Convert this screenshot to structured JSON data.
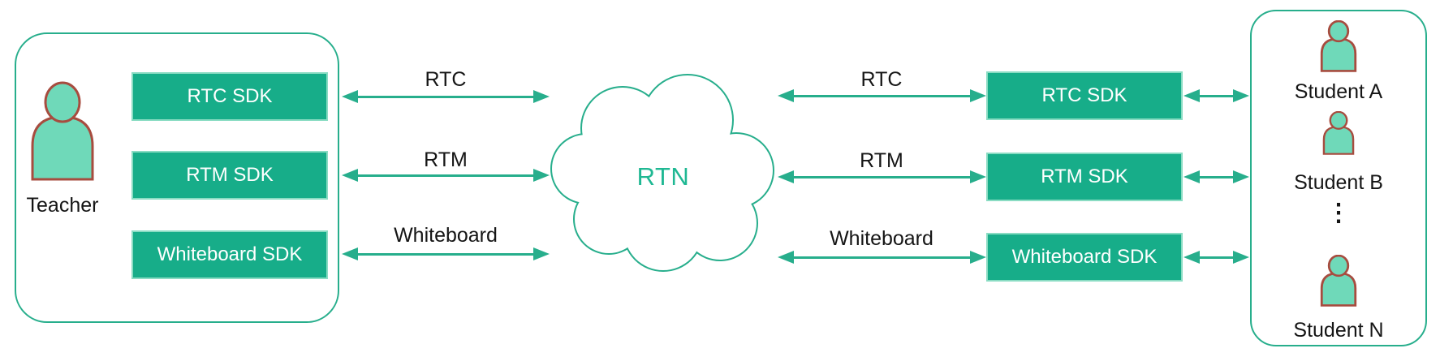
{
  "colors": {
    "stroke_teal": "#27ae8c",
    "box_fill": "#17ad89",
    "box_border": "#8adcc3",
    "box_text": "#ffffff",
    "rtn_text": "#1fb893",
    "person_fill": "#6fd9b9",
    "person_stroke": "#a74c3f",
    "label_text": "#151515"
  },
  "teacher": {
    "label": "Teacher",
    "sdks": [
      {
        "label": "RTC SDK"
      },
      {
        "label": "RTM SDK"
      },
      {
        "label": "Whiteboard SDK"
      }
    ],
    "links": [
      {
        "label": "RTC"
      },
      {
        "label": "RTM"
      },
      {
        "label": "Whiteboard"
      }
    ]
  },
  "cloud": {
    "label": "RTN"
  },
  "student_side": {
    "links": [
      {
        "label": "RTC"
      },
      {
        "label": "RTM"
      },
      {
        "label": "Whiteboard"
      }
    ],
    "sdks": [
      {
        "label": "RTC SDK"
      },
      {
        "label": "RTM SDK"
      },
      {
        "label": "Whiteboard SDK"
      }
    ],
    "students": [
      {
        "label": "Student A"
      },
      {
        "label": "Student B"
      },
      {
        "label": "⋮"
      },
      {
        "label": "Student N"
      }
    ]
  }
}
